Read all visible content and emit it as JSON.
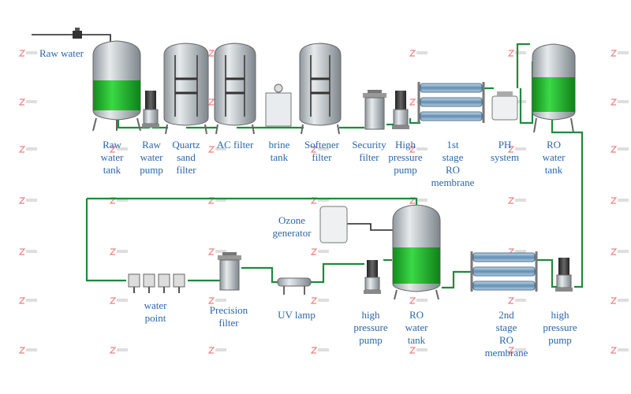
{
  "colors": {
    "label": "#2a66a8",
    "pipe_green": "#1e8a3c",
    "water_green": "#1fbf2e",
    "steel": "#b8bfc4",
    "membrane_blue": "#5f8fb4",
    "watermark_red": "#f08080"
  },
  "inlet_label": "Raw water",
  "stage1": [
    {
      "id": "raw-water-tank",
      "lines": [
        "Raw",
        "water",
        "tank"
      ]
    },
    {
      "id": "raw-water-pump",
      "lines": [
        "Raw",
        "water",
        "pump"
      ]
    },
    {
      "id": "quartz-sand-filter",
      "lines": [
        "Quartz",
        "sand",
        "filter"
      ]
    },
    {
      "id": "ac-filter",
      "lines": [
        "AC filter"
      ]
    },
    {
      "id": "brine-tank",
      "lines": [
        "brine",
        "tank"
      ]
    },
    {
      "id": "softener-filter",
      "lines": [
        "Softener",
        "filter"
      ]
    },
    {
      "id": "security-filter",
      "lines": [
        "Security",
        "filter"
      ]
    },
    {
      "id": "high-pressure-pump-1",
      "lines": [
        "High",
        "pressure",
        "pump"
      ]
    },
    {
      "id": "ro-membrane-1",
      "lines": [
        "1st",
        "stage",
        "RO",
        "membrane"
      ]
    },
    {
      "id": "ph-system",
      "lines": [
        "PH",
        "system"
      ]
    },
    {
      "id": "ro-water-tank-1",
      "lines": [
        "RO",
        "water",
        "tank"
      ]
    }
  ],
  "stage2": [
    {
      "id": "ozone-generator",
      "lines": [
        "Ozone",
        "generator"
      ]
    },
    {
      "id": "water-point",
      "lines": [
        "water",
        "point"
      ]
    },
    {
      "id": "precision-filter",
      "lines": [
        "Precision",
        "filter"
      ]
    },
    {
      "id": "uv-lamp",
      "lines": [
        "UV lamp"
      ]
    },
    {
      "id": "high-pressure-pump-2",
      "lines": [
        "high",
        "pressure",
        "pump"
      ]
    },
    {
      "id": "ro-water-tank-2",
      "lines": [
        "RO",
        "water",
        "tank"
      ]
    },
    {
      "id": "ro-membrane-2",
      "lines": [
        "2nd",
        "stage",
        "RO",
        "membrane"
      ]
    },
    {
      "id": "high-pressure-pump-3",
      "lines": [
        "high",
        "pressure",
        "pump"
      ]
    }
  ]
}
